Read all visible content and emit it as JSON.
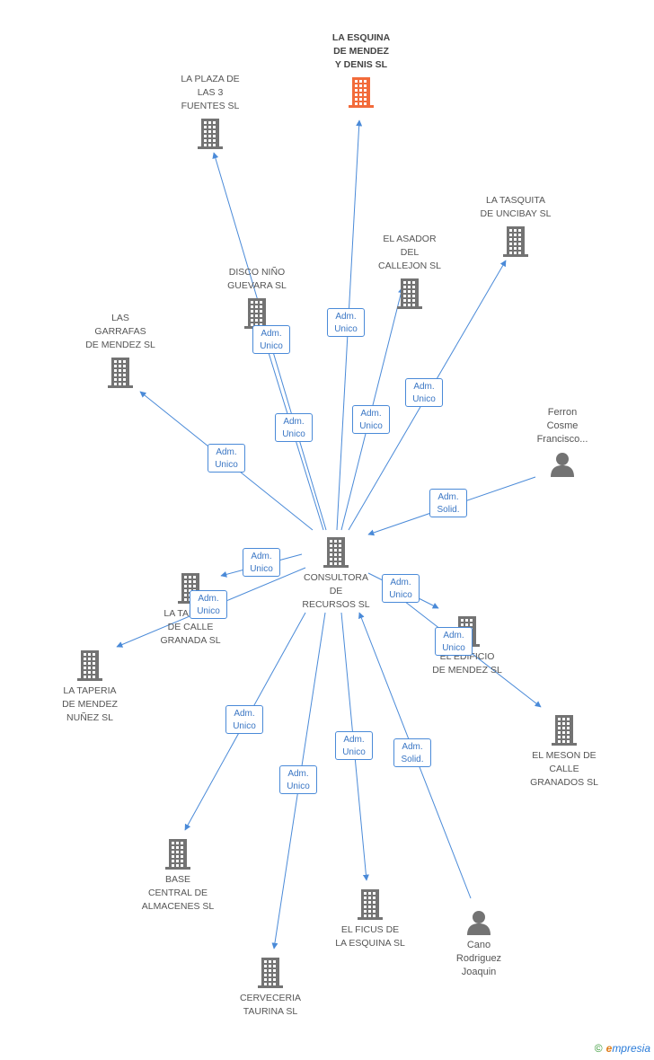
{
  "diagram": {
    "center_id": "consultora",
    "nodes": [
      {
        "id": "esquina_mendez",
        "kind": "company",
        "highlight": true,
        "label": "LA ESQUINA\nDE MENDEZ\nY DENIS SL"
      },
      {
        "id": "plaza",
        "kind": "company",
        "highlight": false,
        "label": "LA PLAZA DE\nLAS 3\nFUENTES SL"
      },
      {
        "id": "tasquita",
        "kind": "company",
        "highlight": false,
        "label": "LA TASQUITA\nDE UNCIBAY SL"
      },
      {
        "id": "asador",
        "kind": "company",
        "highlight": false,
        "label": "EL ASADOR\nDEL\nCALLEJON SL"
      },
      {
        "id": "disco",
        "kind": "company",
        "highlight": false,
        "label": "DISCO NIÑO\nGUEVARA SL"
      },
      {
        "id": "garrafas",
        "kind": "company",
        "highlight": false,
        "label": "LAS\nGARRAFAS\nDE MENDEZ SL"
      },
      {
        "id": "ferron",
        "kind": "person",
        "highlight": false,
        "label": "Ferron\nCosme\nFrancisco..."
      },
      {
        "id": "consultora",
        "kind": "company",
        "highlight": false,
        "label": "CONSULTORA\nDE\nRECURSOS SL"
      },
      {
        "id": "taperia_calle",
        "kind": "company",
        "highlight": false,
        "label": "LA TAPERIA\nDE CALLE\nGRANADA SL"
      },
      {
        "id": "edificio",
        "kind": "company",
        "highlight": false,
        "label": "EL EDIFICIO\nDE MENDEZ SL"
      },
      {
        "id": "taperia_nunez",
        "kind": "company",
        "highlight": false,
        "label": "LA TAPERIA\nDE MENDEZ\nNUÑEZ SL"
      },
      {
        "id": "meson",
        "kind": "company",
        "highlight": false,
        "label": "EL MESON DE\nCALLE\nGRANADOS SL"
      },
      {
        "id": "base",
        "kind": "company",
        "highlight": false,
        "label": "BASE\nCENTRAL DE\nALMACENES SL"
      },
      {
        "id": "ficus",
        "kind": "company",
        "highlight": false,
        "label": "EL FICUS DE\nLA ESQUINA SL"
      },
      {
        "id": "cano",
        "kind": "person",
        "highlight": false,
        "label": "Cano\nRodriguez\nJoaquin"
      },
      {
        "id": "cerveceria",
        "kind": "company",
        "highlight": false,
        "label": "CERVECERIA\nTAURINA SL"
      }
    ],
    "edges": [
      {
        "from": "consultora",
        "to": "esquina_mendez",
        "label": "Adm.\nUnico"
      },
      {
        "from": "consultora",
        "to": "plaza",
        "label": "Adm.\nUnico"
      },
      {
        "from": "consultora",
        "to": "disco",
        "label": "Adm.\nUnico"
      },
      {
        "from": "consultora",
        "to": "asador",
        "label": "Adm.\nUnico"
      },
      {
        "from": "consultora",
        "to": "tasquita",
        "label": "Adm.\nUnico"
      },
      {
        "from": "consultora",
        "to": "garrafas",
        "label": "Adm.\nUnico"
      },
      {
        "from": "ferron",
        "to": "consultora",
        "label": "Adm.\nSolid."
      },
      {
        "from": "consultora",
        "to": "taperia_calle",
        "label": "Adm.\nUnico"
      },
      {
        "from": "consultora",
        "to": "taperia_nunez",
        "label": "Adm.\nUnico"
      },
      {
        "from": "consultora",
        "to": "edificio",
        "label": "Adm.\nUnico"
      },
      {
        "from": "consultora",
        "to": "meson",
        "label": "Adm.\nUnico"
      },
      {
        "from": "consultora",
        "to": "base",
        "label": "Adm.\nUnico"
      },
      {
        "from": "consultora",
        "to": "cerveceria",
        "label": "Adm.\nUnico"
      },
      {
        "from": "consultora",
        "to": "ficus",
        "label": "Adm.\nUnico"
      },
      {
        "from": "cano",
        "to": "consultora",
        "label": "Adm.\nSolid."
      }
    ]
  },
  "footer": {
    "copyright": "©",
    "brand_initial": "e",
    "brand_rest": "mpresia"
  },
  "colors": {
    "edge": "#4a8ad8",
    "icon": "#737373",
    "highlight": "#f26b3a",
    "badge_border": "#4a8ad8",
    "badge_text": "#3a76c4"
  }
}
